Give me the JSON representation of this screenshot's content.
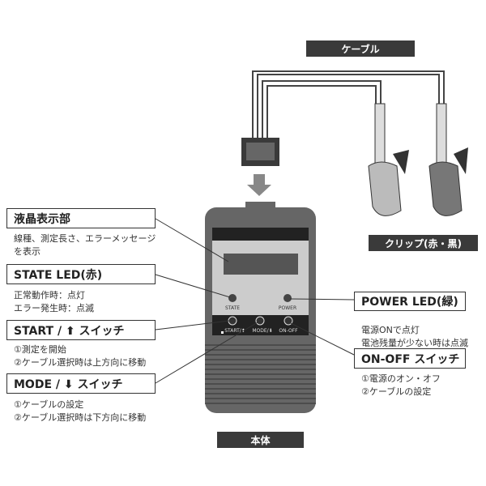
{
  "labels": {
    "cable": "ケーブル",
    "clip": "クリップ(赤・黒)",
    "body": "本体"
  },
  "device": {
    "state": "STATE",
    "power": "POWER",
    "start": "START/⬆",
    "mode": "MODE/⬇",
    "onoff": "ON-OFF"
  },
  "callouts": {
    "lcd": {
      "title": "液晶表示部",
      "lines": [
        "線種、測定長さ、エラーメッセージ",
        "を表示"
      ]
    },
    "state_led": {
      "title": "STATE LED(赤)",
      "lines": [
        "正常動作時：点灯",
        "エラー発生時：点滅"
      ]
    },
    "start": {
      "title": "START / ⬆ スイッチ",
      "lines": [
        "①測定を開始",
        "②ケーブル選択時は上方向に移動"
      ]
    },
    "mode": {
      "title": "MODE / ⬇ スイッチ",
      "lines": [
        "①ケーブルの設定",
        "②ケーブル選択時は下方向に移動"
      ]
    },
    "power_led": {
      "title": "POWER LED(緑)",
      "lines": [
        "電源ONで点灯",
        "電池残量が少ない時は点滅"
      ]
    },
    "onoff": {
      "title": "ON-OFF スイッチ",
      "lines": [
        "①電源のオン・オフ",
        "②ケーブルの設定"
      ]
    }
  }
}
